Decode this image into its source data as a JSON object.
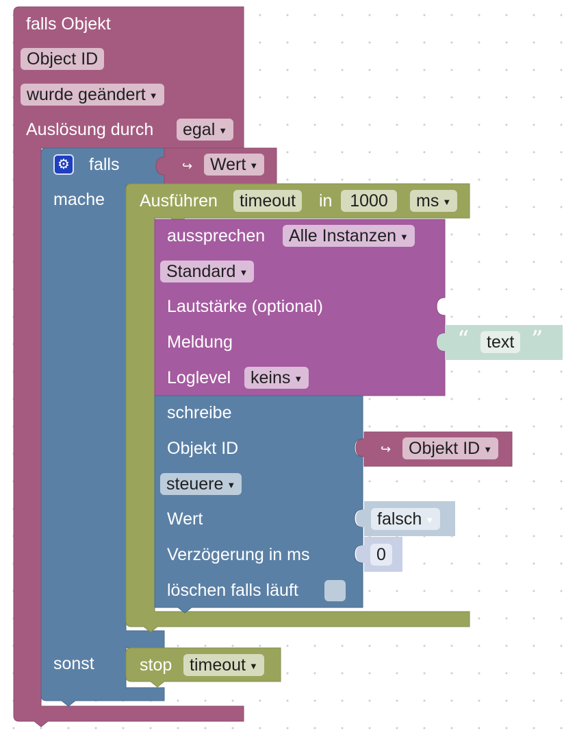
{
  "colors": {
    "event": "#a55b80",
    "event_field": "#dbbdcc",
    "logic": "#5b80a5",
    "logic_field": "#bdccdb",
    "timer": "#9aa55b",
    "timer_field": "#d7dbbd",
    "speak": "#a55ba0",
    "speak_field": "#dbbdd9",
    "text_block": "#c3dcd1",
    "number_block": "#c8d0e6"
  },
  "trigger": {
    "title": "falls Objekt",
    "object_id": "Object ID",
    "changed_dropdown": "wurde geändert",
    "triggered_by_label": "Auslösung durch",
    "triggered_by_value": "egal"
  },
  "if_block": {
    "gear_icon": "gear-icon",
    "if_label": "falls",
    "condition_arrow_icon": "return-arrow-icon",
    "condition_value": "Wert",
    "do_label": "mache",
    "else_label": "sonst"
  },
  "timeout_block": {
    "execute_label": "Ausführen",
    "timeout_name": "timeout",
    "in_label": "in",
    "delay_value": "1000",
    "unit_value": "ms"
  },
  "speak_block": {
    "speak_label": "aussprechen",
    "instance_value": "Alle Instanzen",
    "voice_value": "Standard",
    "volume_label": "Lautstärke (optional)",
    "message_label": "Meldung",
    "message_open_quote": "“",
    "message_text": "text",
    "message_close_quote": "”",
    "loglevel_label": "Loglevel",
    "loglevel_value": "keins"
  },
  "write_block": {
    "write_label": "schreibe",
    "object_id_label": "Objekt ID",
    "object_arrow_icon": "return-arrow-icon",
    "object_id_value": "Objekt ID",
    "control_value": "steuere",
    "value_label": "Wert",
    "value_value": "falsch",
    "delay_label": "Verzögerung in ms",
    "delay_value": "0",
    "clear_label": "löschen falls läuft"
  },
  "stop_block": {
    "stop_label": "stop",
    "timeout_name": "timeout"
  }
}
